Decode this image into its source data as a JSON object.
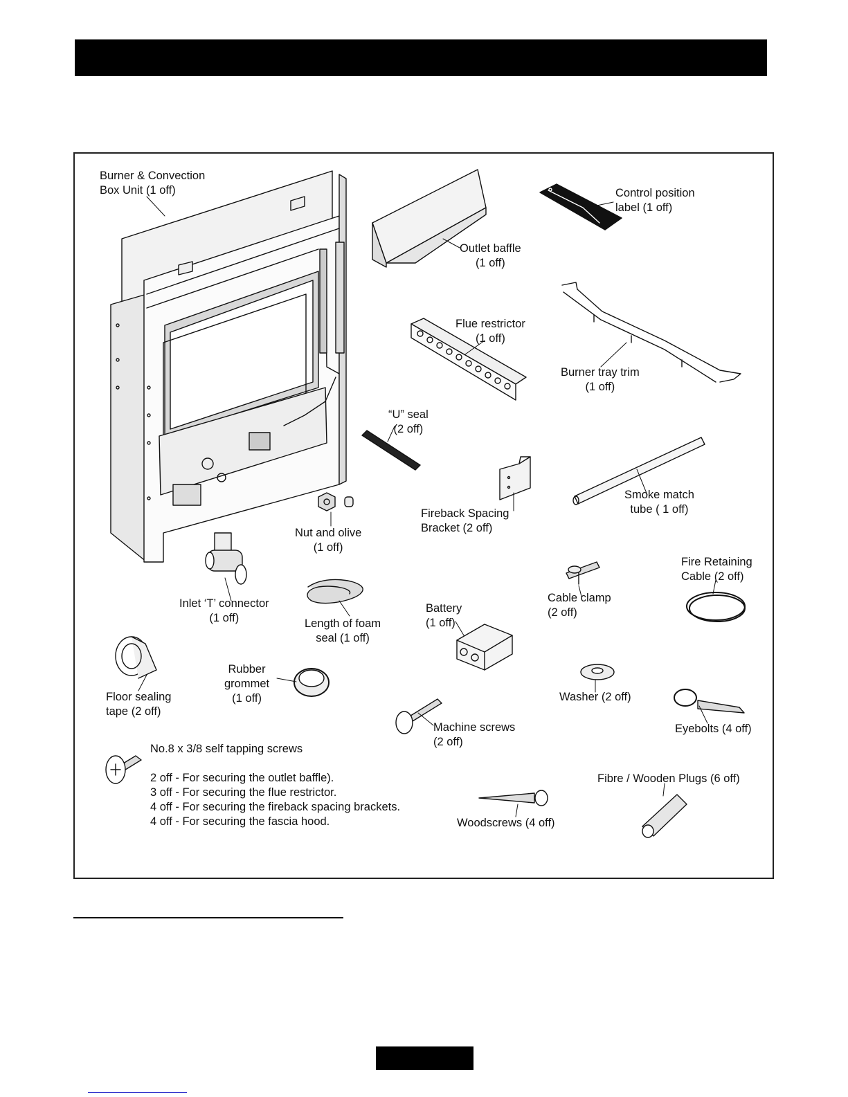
{
  "labels": {
    "burner_box": "Burner & Convection\nBox Unit (1 off)",
    "control_label": "Control position\nlabel (1 off)",
    "outlet_baffle": "Outlet baffle\n(1 off)",
    "flue_restrictor": "Flue restrictor\n(1 off)",
    "burner_tray_trim": "Burner tray trim\n(1 off)",
    "u_seal": "“U” seal\n(2 off)",
    "fireback_bracket": "Fireback Spacing\nBracket (2 off)",
    "smoke_tube": "Smoke match\ntube ( 1 off)",
    "nut_olive": "Nut and olive\n(1 off)",
    "inlet_t": "Inlet ‘T’ connector\n(1 off)",
    "foam_seal": "Length of foam\nseal (1 off)",
    "battery": "Battery\n(1 off)",
    "cable_clamp": "Cable clamp\n(2 off)",
    "fire_cable": "Fire Retaining\nCable (2 off)",
    "floor_tape": "Floor sealing\ntape (2 off)",
    "grommet": "Rubber\ngrommet\n(1 off)",
    "washer": "Washer (2 off)",
    "machine_screws": "Machine screws\n(2 off)",
    "eyebolts": "Eyebolts (4 off)",
    "woodscrews": "Woodscrews (4 off)",
    "plugs": "Fibre / Wooden Plugs (6 off)"
  },
  "screws_note": {
    "title": "No.8 x 3/8 self tapping screws",
    "lines": [
      "2 off - For securing the outlet baffle).",
      "3 off - For securing the flue restrictor.",
      "4 off - For securing the fireback spacing brackets.",
      "4 off - For securing the fascia hood."
    ]
  }
}
